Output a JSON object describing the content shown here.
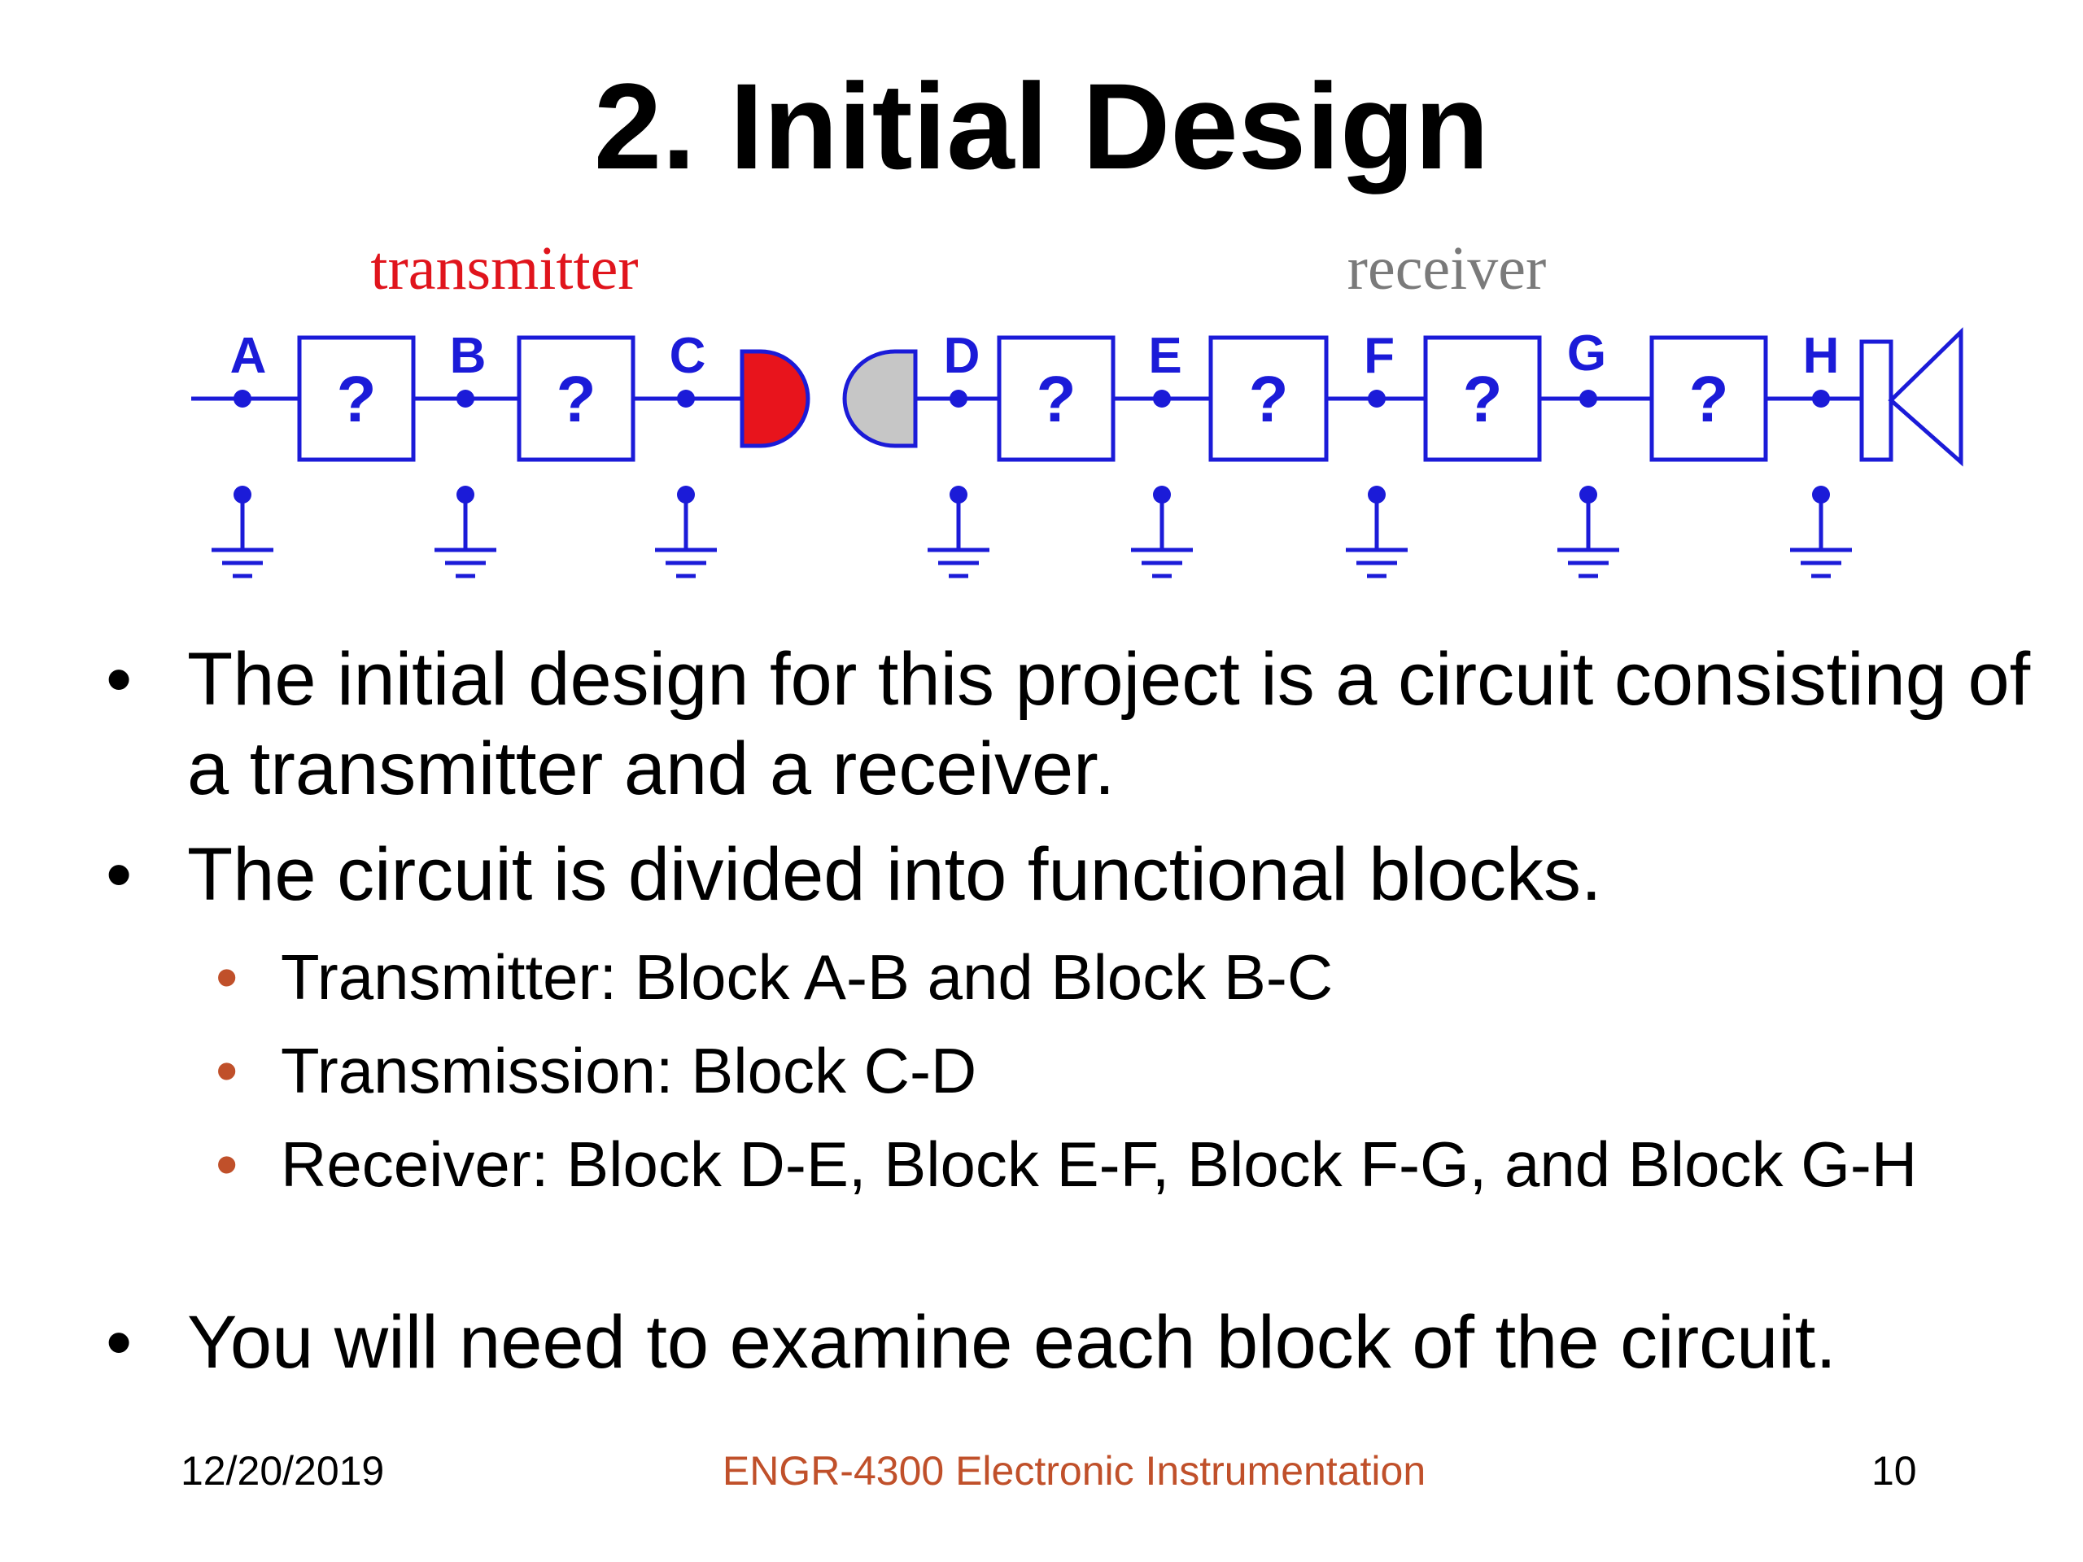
{
  "slide": {
    "title": "2. Initial Design",
    "diagram": {
      "transmitter_label": "transmitter",
      "receiver_label": "receiver",
      "node_labels": [
        "A",
        "B",
        "C",
        "D",
        "E",
        "F",
        "G",
        "H"
      ],
      "block_symbol": "?",
      "colors": {
        "circuit": "#1b1bd8",
        "transmitter_label": "#e0141c",
        "receiver_label": "#7a7a7a",
        "transmitter_lobe": "#e8141c",
        "receiver_lobe": "#c6c6c6"
      }
    },
    "bullets": [
      {
        "text": "The initial design for this project is a circuit consisting of a transmitter and a receiver."
      },
      {
        "text": "The circuit is divided into functional blocks.",
        "sub": [
          "Transmitter: Block A-B and Block B-C",
          "Transmission: Block C-D",
          "Receiver: Block D-E, Block E-F, Block F-G, and Block G-H"
        ]
      },
      {
        "text": "You will need to examine each block of the circuit."
      }
    ]
  },
  "footer": {
    "date": "12/20/2019",
    "course": "ENGR-4300  Electronic Instrumentation",
    "page": "10",
    "course_color": "#c0502a"
  }
}
